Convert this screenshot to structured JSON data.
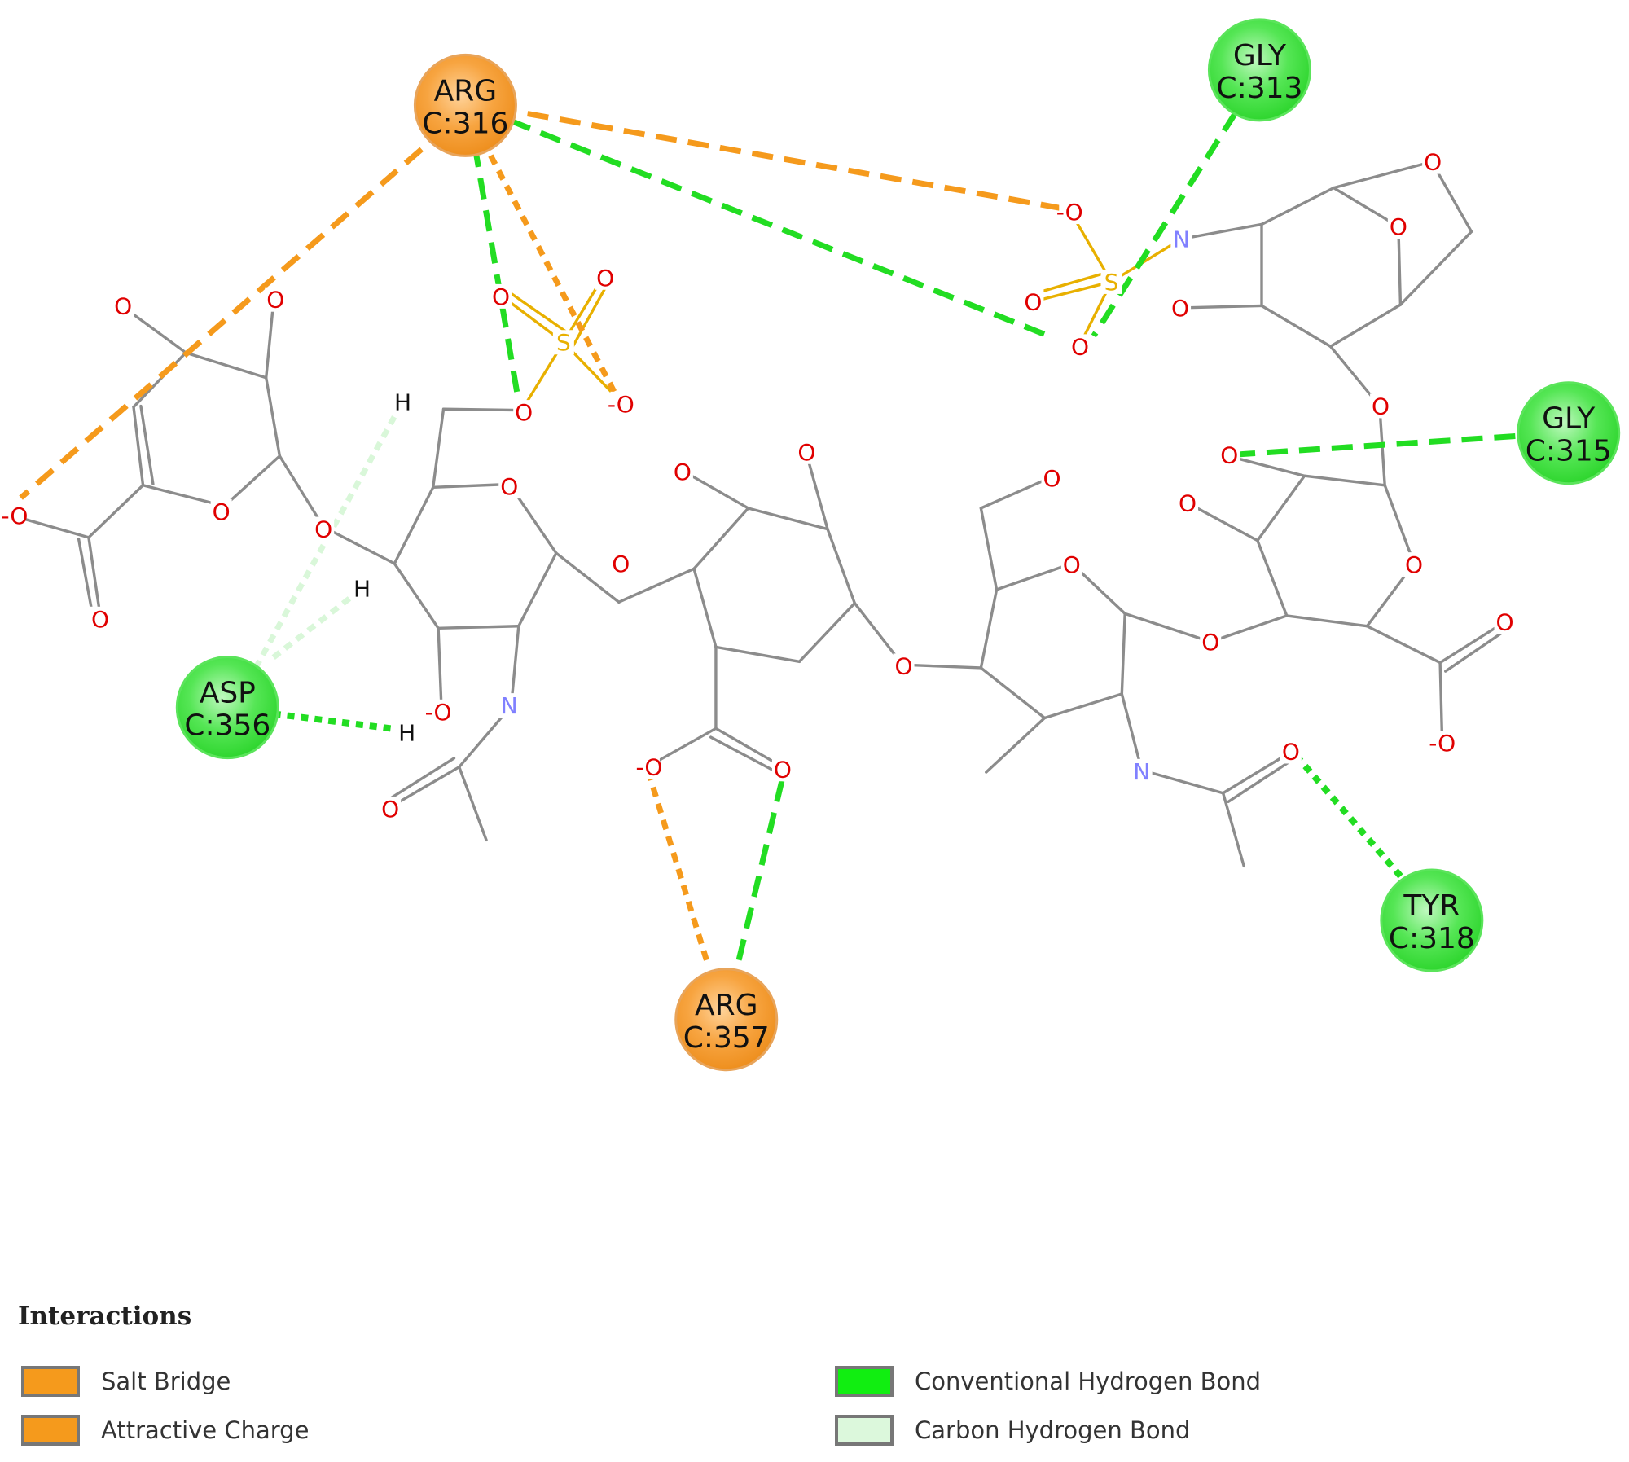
{
  "colors": {
    "bond": "#8c8c8c",
    "oxygen": "#e00000",
    "nitrogen": "#8080ff",
    "sulfur": "#e8b000",
    "hydrogen": "#111111",
    "salt_bridge": "#f59a1c",
    "conventional_hbond": "#22dd22",
    "carbon_hbond": "#d9f7d9"
  },
  "residues": [
    {
      "id": "arg316",
      "name": "ARG",
      "chain_pos": "C:316",
      "type": "charged"
    },
    {
      "id": "gly313",
      "name": "GLY",
      "chain_pos": "C:313",
      "type": "hbond"
    },
    {
      "id": "gly315",
      "name": "GLY",
      "chain_pos": "C:315",
      "type": "hbond"
    },
    {
      "id": "asp356",
      "name": "ASP",
      "chain_pos": "C:356",
      "type": "hbond"
    },
    {
      "id": "arg357",
      "name": "ARG",
      "chain_pos": "C:357",
      "type": "charged"
    },
    {
      "id": "tyr318",
      "name": "TYR",
      "chain_pos": "C:318",
      "type": "hbond"
    }
  ],
  "atom_labels": {
    "oxygen": "O",
    "oxygen_anion": "-O",
    "nitrogen": "N",
    "sulfur": "S",
    "hydrogen": "H"
  },
  "legend": {
    "title": "Interactions",
    "items": [
      {
        "label": "Salt Bridge",
        "color": "#f59a1c"
      },
      {
        "label": "Attractive Charge",
        "color": "#f59a1c"
      },
      {
        "label": "Conventional Hydrogen Bond",
        "color": "#11ee11"
      },
      {
        "label": "Carbon Hydrogen Bond",
        "color": "#dcf8dc"
      }
    ]
  }
}
